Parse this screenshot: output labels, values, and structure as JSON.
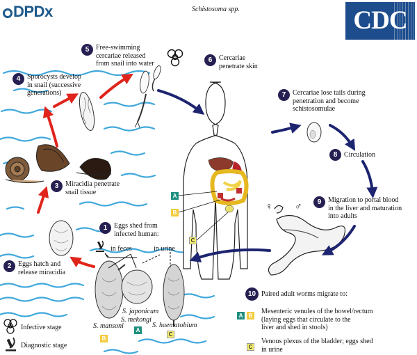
{
  "header": {
    "logo_left": "DPDx",
    "title": "Schistosoma spp.",
    "logo_right": "CDC"
  },
  "steps": [
    {
      "num": "1",
      "text": "Eggs shed from\ninfected human:"
    },
    {
      "num": "2",
      "text": "Eggs hatch and\nrelease miracidia"
    },
    {
      "num": "3",
      "text": "Miracidia penetrate\nsnail tissue"
    },
    {
      "num": "4",
      "text": "Sporocysts develop\nin snail (successive\ngenerations)"
    },
    {
      "num": "5",
      "text": "Free-swimming\ncercariae released\nfrom snail into water"
    },
    {
      "num": "6",
      "text": "Cercariae\npenetrate skin"
    },
    {
      "num": "7",
      "text": "Cercariae lose tails during\npenetration and become\nschistosomulae"
    },
    {
      "num": "8",
      "text": "Circulation"
    },
    {
      "num": "9",
      "text": "Migration to portal blood\nin the liver and maturation\ninto adults"
    },
    {
      "num": "10",
      "text": "Paired adult worms migrate to:"
    }
  ],
  "egg_labels": {
    "in_feces": "in feces",
    "in_urine": "in urine",
    "mansoni": "S. mansoni",
    "japonicum": "S. japonicum",
    "mekongi": "S. mekongi",
    "haematobium": "S. haematobium"
  },
  "badges": {
    "a": "A",
    "b": "B",
    "c": "C"
  },
  "destinations": [
    {
      "text": "Mesenteric venules of the bowel/rectum\n(laying eggs that circulate to the\nliver and shed in stools)"
    },
    {
      "text": "Venous plexus of the bladder; eggs shed\nin urine"
    }
  ],
  "legend": {
    "infective": "Infective stage",
    "diagnostic": "Diagnostic stage"
  },
  "sex_symbols": {
    "female": "♀",
    "male": "♂"
  },
  "colors": {
    "step_circle": "#262052",
    "arrow_red": "#e0241b",
    "arrow_blue": "#1d2470",
    "water": "#40a8dc",
    "badge_a": "#1f8f7f",
    "badge_b": "#f2cb3c",
    "badge_c": "#f6ef6e",
    "cdc_blue": "#1d4d8c",
    "dpdx_blue": "#1e5a8c"
  }
}
